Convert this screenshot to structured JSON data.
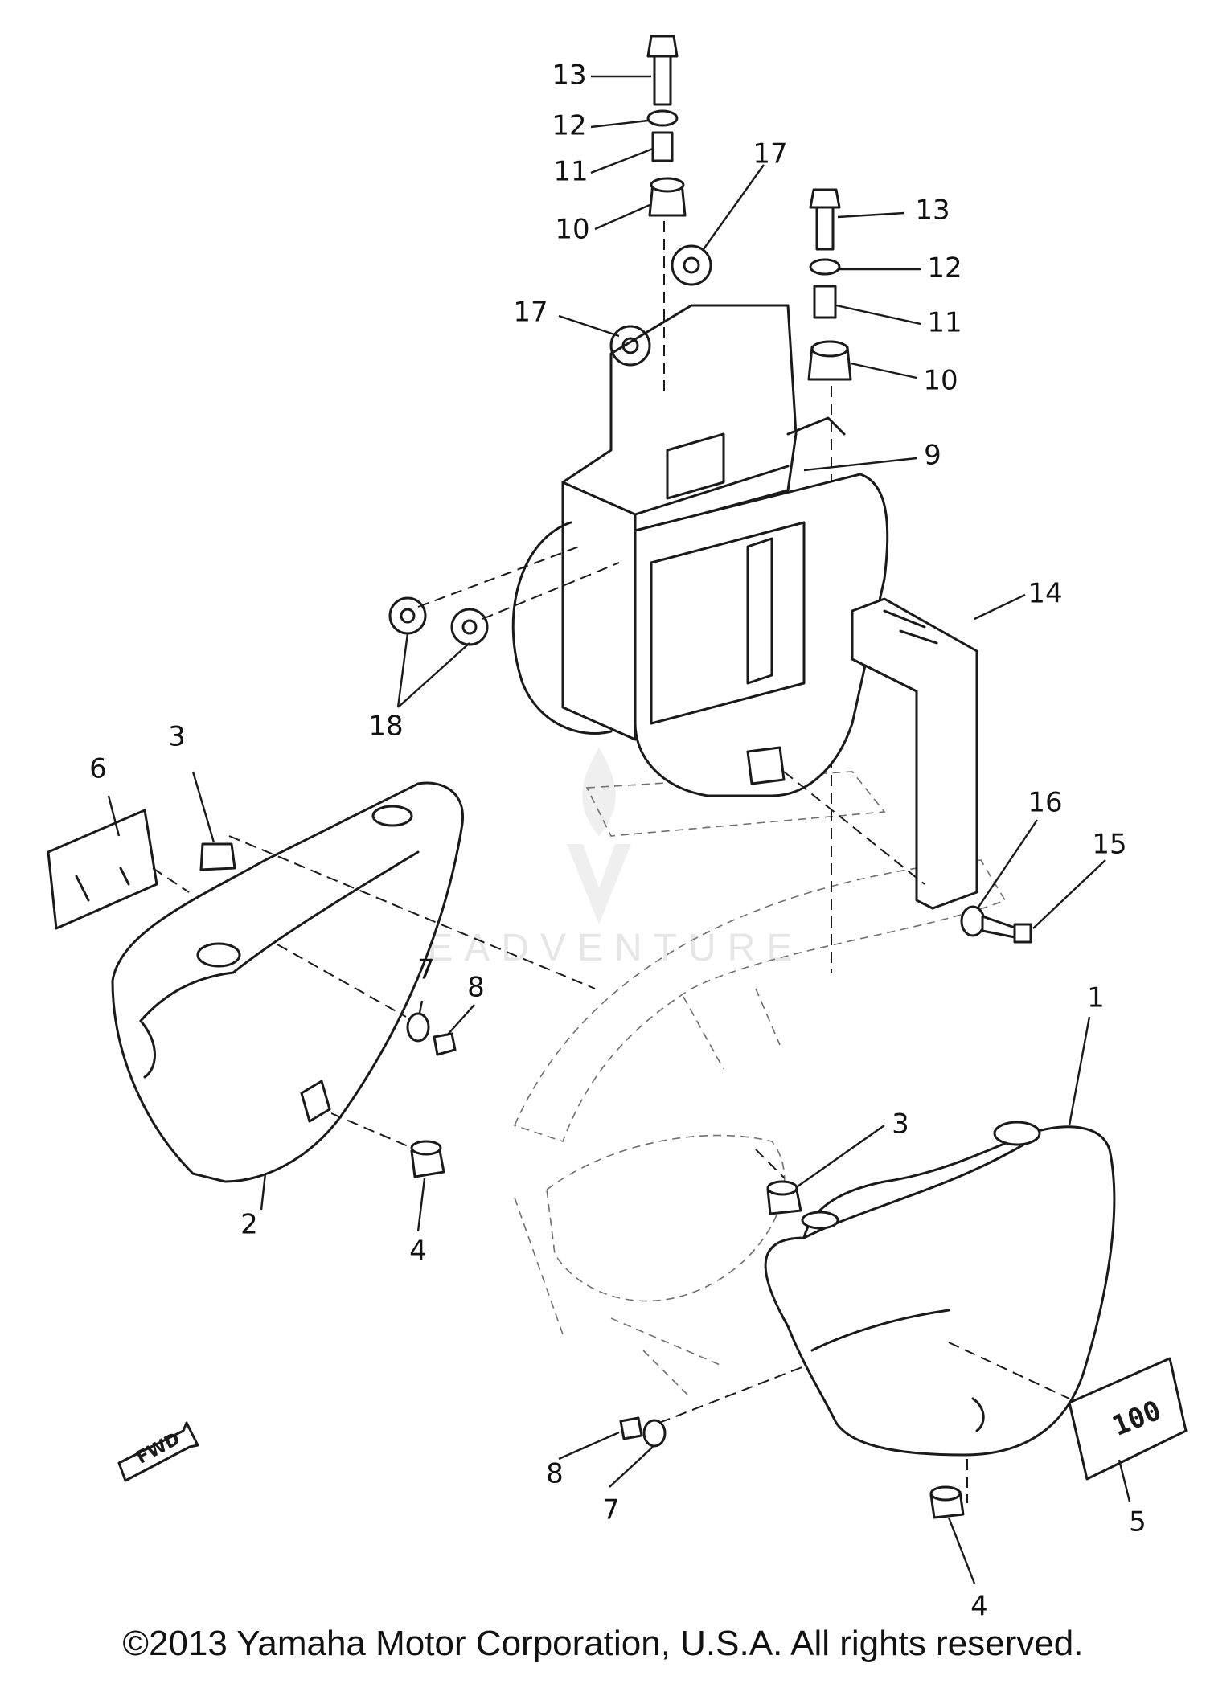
{
  "callouts": [
    {
      "id": "13a",
      "label": "13"
    },
    {
      "id": "12a",
      "label": "12"
    },
    {
      "id": "11a",
      "label": "11"
    },
    {
      "id": "10a",
      "label": "10"
    },
    {
      "id": "17a",
      "label": "17"
    },
    {
      "id": "13b",
      "label": "13"
    },
    {
      "id": "12b",
      "label": "12"
    },
    {
      "id": "11b",
      "label": "11"
    },
    {
      "id": "10b",
      "label": "10"
    },
    {
      "id": "17b",
      "label": "17"
    },
    {
      "id": "9",
      "label": "9"
    },
    {
      "id": "14",
      "label": "14"
    },
    {
      "id": "18",
      "label": "18"
    },
    {
      "id": "16",
      "label": "16"
    },
    {
      "id": "15",
      "label": "15"
    },
    {
      "id": "6",
      "label": "6"
    },
    {
      "id": "3a",
      "label": "3"
    },
    {
      "id": "7a",
      "label": "7"
    },
    {
      "id": "8a",
      "label": "8"
    },
    {
      "id": "2",
      "label": "2"
    },
    {
      "id": "4a",
      "label": "4"
    },
    {
      "id": "1",
      "label": "1"
    },
    {
      "id": "3b",
      "label": "3"
    },
    {
      "id": "8b",
      "label": "8"
    },
    {
      "id": "7b",
      "label": "7"
    },
    {
      "id": "5",
      "label": "5"
    },
    {
      "id": "4b",
      "label": "4"
    }
  ],
  "fwd_label": "FWD",
  "emblem_text": "100",
  "watermark": {
    "brand": "LEADVENTURE"
  },
  "copyright": "©2013 Yamaha Motor Corporation, U.S.A. All rights reserved."
}
